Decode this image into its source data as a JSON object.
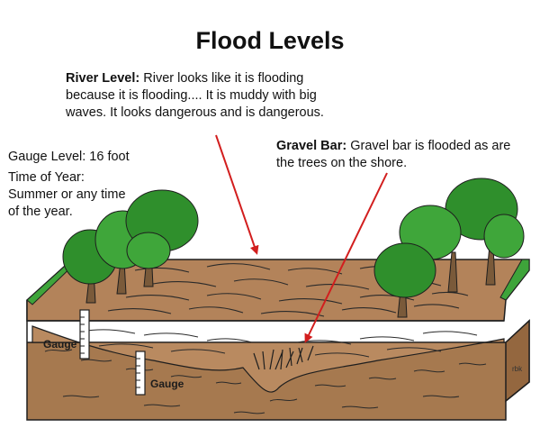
{
  "title": "Flood Levels",
  "river_level": {
    "label": "River Level:",
    "text": "River looks like it is flooding because it is flooding.... It is muddy with big waves. It looks dangerous and is dangerous."
  },
  "gravel_bar": {
    "label": "Gravel Bar:",
    "text": "Gravel bar is flooded as are the trees on the shore."
  },
  "gauge_level": "Gauge Level: 16 foot",
  "time_of_year": "Time of Year: Summer or any time of the year.",
  "gauge_labels": [
    "Gauge",
    "Gauge"
  ],
  "credit": "rbk",
  "colors": {
    "water": "#b3835a",
    "soil": "#a6794f",
    "soil_side": "#94673f",
    "grass": "#3ea43a",
    "foliage": "#2f8f2c",
    "foliage_light": "#3fa63a",
    "trunk": "#7a5a3a",
    "arrow": "#d21e1e",
    "outline": "#1e1e1e"
  }
}
